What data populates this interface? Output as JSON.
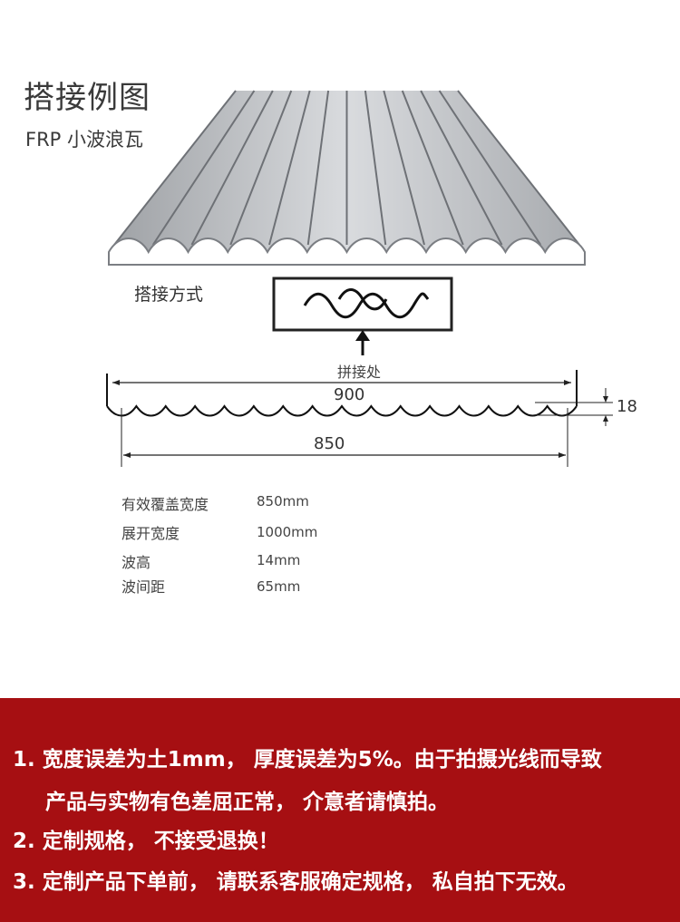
{
  "header": {
    "title": "搭接例图",
    "subtitle": "FRP  小波浪瓦"
  },
  "overlap": {
    "label": "搭接方式",
    "seam_label": "拼接处"
  },
  "dimensions": {
    "total_width": "900",
    "effective_width": "850",
    "height": "18"
  },
  "specs": [
    {
      "label": "有效覆盖宽度",
      "value": "850mm"
    },
    {
      "label": "展开宽度",
      "value": "1000mm"
    },
    {
      "label": "波高",
      "value": "14mm"
    },
    {
      "label": "波间距",
      "value": "65mm"
    }
  ],
  "notes": [
    "1. 宽度误差为土1mm， 厚度误差为5%。由于拍摄光线而导致",
    "产品与实物有色差屈正常， 介意者请慎拍。",
    "2. 定制规格， 不接受退换！",
    "3. 定制产品下单前， 请联系客服确定规格， 私自拍下无效。"
  ],
  "colors": {
    "banner": "#a60f12",
    "text": "#333333"
  }
}
